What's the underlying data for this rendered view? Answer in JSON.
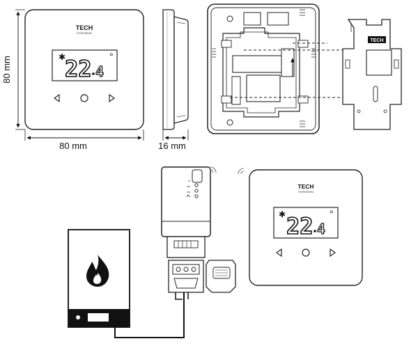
{
  "front_view": {
    "brand": "TECH",
    "brand_sub": "STEROWNIKI",
    "temperature_main": "22",
    "temperature_decimal": "4",
    "degree_symbol": "°",
    "sun_symbol": "✱"
  },
  "dimensions": {
    "height_label": "80 mm",
    "width_label": "80 mm",
    "depth_label": "16 mm"
  },
  "mounting_plate": {
    "brand": "TECH"
  },
  "wiring_view": {
    "brand": "TECH",
    "brand_sub": "STEROWNIKI",
    "temperature_main": "22",
    "temperature_decimal": "4",
    "degree_symbol": "°",
    "sun_symbol": "✱"
  },
  "colors": {
    "line": "#222222",
    "fill": "#ffffff",
    "boiler_dark": "#111111"
  }
}
